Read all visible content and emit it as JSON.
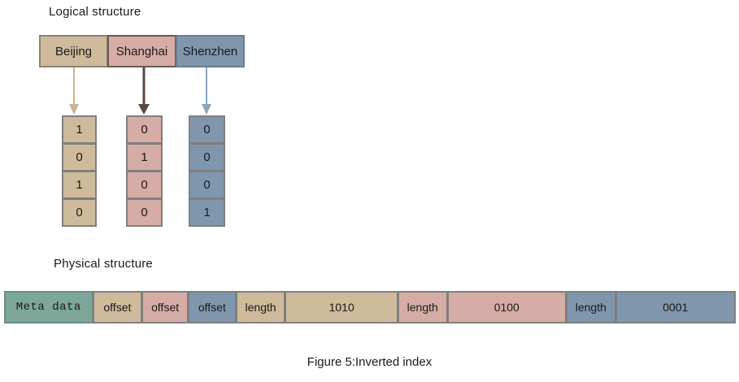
{
  "labels": {
    "logical": "Logical structure",
    "physical": "Physical structure",
    "caption": "Figure 5:Inverted index"
  },
  "colors": {
    "tan": "#cdbb9b",
    "pink": "#d5aca6",
    "blue": "#8096ad",
    "green": "#7ca79a",
    "border_gray": "#7f7f7f",
    "arrow_tan": "#c9b293",
    "arrow_brown": "#5b4a41",
    "arrow_blue": "#8ba4bb",
    "text": "#1a1a1a",
    "page_background": "#ffffff"
  },
  "logical": {
    "terms": [
      {
        "label": "Beijing",
        "color_key": "tan",
        "bits": [
          "1",
          "0",
          "1",
          "0"
        ]
      },
      {
        "label": "Shanghai",
        "color_key": "pink",
        "bits": [
          "0",
          "1",
          "0",
          "0"
        ]
      },
      {
        "label": "Shenzhen",
        "color_key": "blue",
        "bits": [
          "0",
          "0",
          "0",
          "1"
        ]
      }
    ]
  },
  "physical": {
    "segments": [
      {
        "text": "Meta data",
        "color_key": "green",
        "width": 110,
        "mono": true
      },
      {
        "text": "offset",
        "color_key": "tan",
        "width": 62,
        "mono": false
      },
      {
        "text": "offset",
        "color_key": "pink",
        "width": 58,
        "mono": false
      },
      {
        "text": "offset",
        "color_key": "blue",
        "width": 60,
        "mono": false
      },
      {
        "text": "length",
        "color_key": "tan",
        "width": 62,
        "mono": false
      },
      {
        "text": "1010",
        "color_key": "tan",
        "width": 140,
        "mono": false
      },
      {
        "text": "length",
        "color_key": "pink",
        "width": 62,
        "mono": false
      },
      {
        "text": "0100",
        "color_key": "pink",
        "width": 148,
        "mono": false
      },
      {
        "text": "length",
        "color_key": "blue",
        "width": 62,
        "mono": false
      },
      {
        "text": "0001",
        "color_key": "blue",
        "width": 149,
        "mono": false
      }
    ]
  }
}
